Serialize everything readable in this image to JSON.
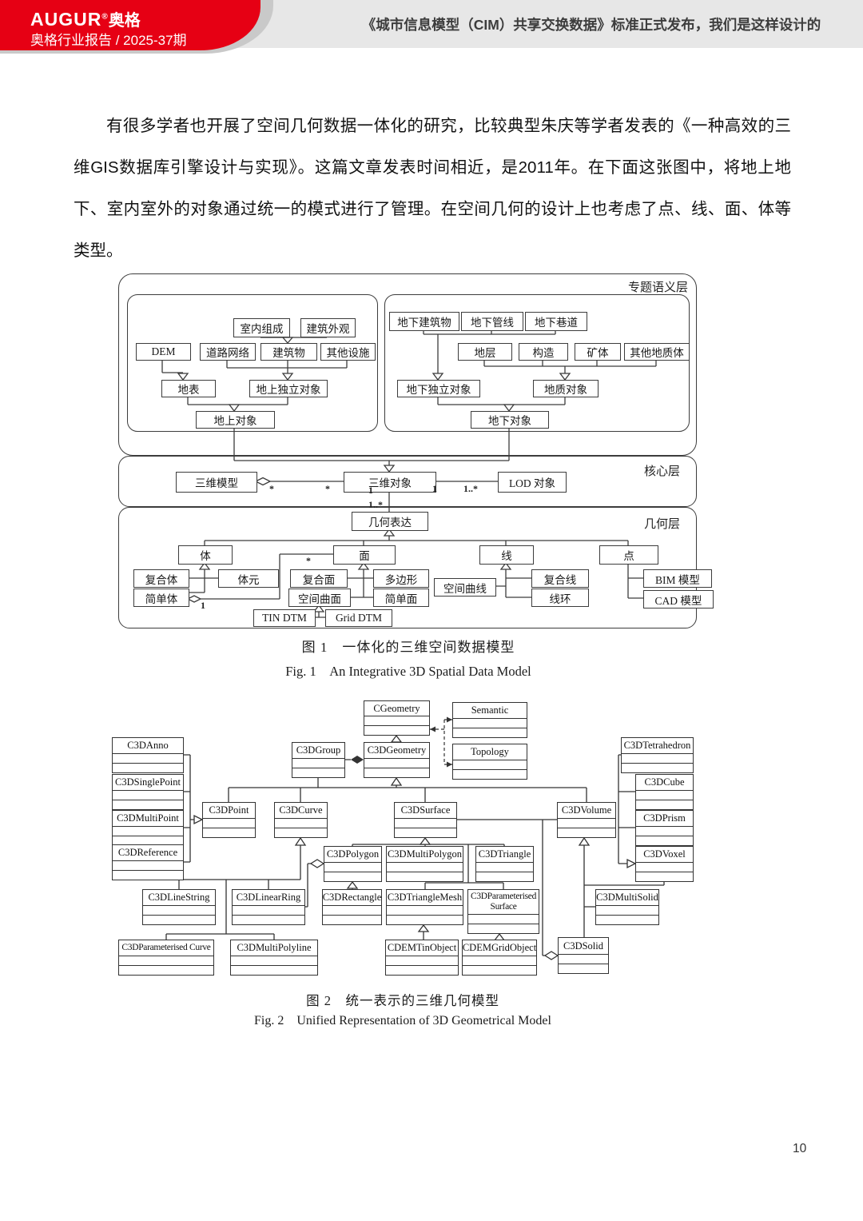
{
  "header": {
    "brand_red": "#e60014",
    "bar_gray": "#e7e7e7",
    "logo_text": "AUGUR",
    "logo_reg": "®",
    "logo_cn": "奥格",
    "report_line": "奥格行业报告 / 2025-37期",
    "title": "《城市信息模型（CIM）共享交换数据》标准正式发布，我们是这样设计的"
  },
  "body": {
    "paragraph": "有很多学者也开展了空间几何数据一体化的研究，比较典型朱庆等学者发表的《一种高效的三维GIS数据库引擎设计与实现》。这篇文章发表时间相近，是2011年。在下面这张图中，将地上地下、室内室外的对象通过统一的模式进行了管理。在空间几何的设计上也考虑了点、线、面、体等类型。"
  },
  "fig1": {
    "layers": {
      "semantic": "专题语义层",
      "core": "核心层",
      "geometry": "几何层"
    },
    "nodes": {
      "indoor": "室内组成",
      "facade": "建筑外观",
      "dem": "DEM",
      "road": "道路网络",
      "building": "建筑物",
      "other_fac": "其他设施",
      "surface": "地表",
      "above_ind": "地上独立对象",
      "above_obj": "地上对象",
      "ub": "地下建筑物",
      "up": "地下管线",
      "ut": "地下巷道",
      "stratum": "地层",
      "structure": "构造",
      "ore": "矿体",
      "other_geo": "其他地质体",
      "under_ind": "地下独立对象",
      "geo_obj": "地质对象",
      "under_obj": "地下对象",
      "model3d": "三维模型",
      "obj3d": "三维对象",
      "lod": "LOD 对象",
      "geom_expr": "几何表达",
      "body": "体",
      "face": "面",
      "line": "线",
      "point": "点",
      "comp_body": "复合体",
      "body_elem": "体元",
      "simple_body": "简单体",
      "comp_face": "复合面",
      "polygon": "多边形",
      "spatial_surf": "空间曲面",
      "simple_face": "简单面",
      "tin": "TIN DTM",
      "grid": "Grid DTM",
      "spatial_curve": "空间曲线",
      "comp_line": "复合线",
      "ring": "线环",
      "bim": "BIM 模型",
      "cad": "CAD 模型"
    },
    "mult": {
      "a": "*",
      "b": "*",
      "c": "1",
      "d": "1",
      "e": "1..*",
      "f": "1..*",
      "g": "*",
      "h": "1"
    },
    "caption_cn": "图 1　一体化的三维空间数据模型",
    "caption_en": "Fig. 1　An Integrative 3D Spatial Data Model"
  },
  "fig2": {
    "classes": {
      "cgeometry": "CGeometry",
      "semantic": "Semantic",
      "topology": "Topology",
      "c3dgroup": "C3DGroup",
      "c3dgeometry": "C3DGeometry",
      "c3danno": "C3DAnno",
      "c3dsinglepoint": "C3DSinglePoint",
      "c3dmultipoint": "C3DMultiPoint",
      "c3dreference": "C3DReference",
      "c3dpoint": "C3DPoint",
      "c3dcurve": "C3DCurve",
      "c3dsurface": "C3DSurface",
      "c3dvolume": "C3DVolume",
      "c3dtetrahedron": "C3DTetrahedron",
      "c3dcube": "C3DCube",
      "c3dprism": "C3DPrism",
      "c3dvoxel": "C3DVoxel",
      "c3dpolygon": "C3DPolygon",
      "c3dmultipolygon": "C3DMultiPolygon",
      "c3dtriangle": "C3DTriangle",
      "c3dlinestring": "C3DLineString",
      "c3dlinearring": "C3DLinearRing",
      "c3drectangle": "C3DRectangle",
      "c3dtrianglemesh": "C3DTriangleMesh",
      "c3dparamsurface": "C3DParameterised Surface",
      "c3dmultisolid": "C3DMultiSolid",
      "c3dparamcurve": "C3DParameterised Curve",
      "c3dmultipolyline": "C3DMultiPolyline",
      "cdemtinobject": "CDEMTinObject",
      "cdemgridobject": "CDEMGridObject",
      "c3dsolid": "C3DSolid"
    },
    "caption_cn": "图 2　统一表示的三维几何模型",
    "caption_en": "Fig. 2　Unified Representation of 3D Geometrical Model"
  },
  "footer": {
    "page_number": "10"
  }
}
